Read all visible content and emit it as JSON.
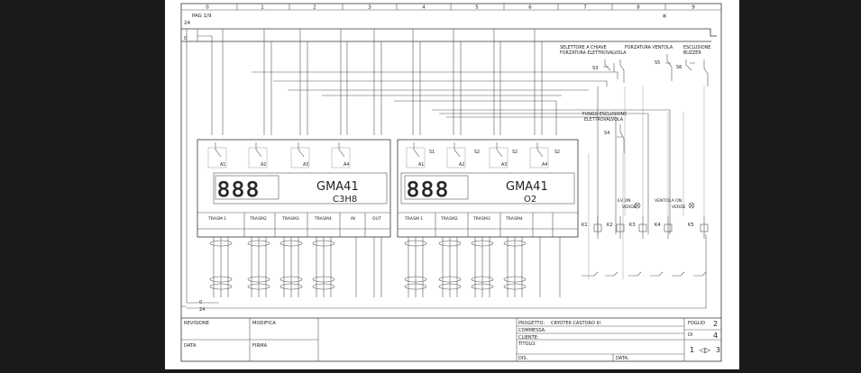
{
  "sheet": {
    "page_label": "PAG 1/9",
    "column_numbers": [
      "0",
      "1",
      "2",
      "3",
      "4",
      "5",
      "6",
      "7",
      "8",
      "9"
    ],
    "rail_top_label": "24",
    "rail_zero_label": "0",
    "rail_bottom_zero": "0",
    "rail_bottom_24": "24"
  },
  "switches": {
    "s3_label": "S3",
    "s3_caption_line1": "SELETTORE A CHIAVE",
    "s3_caption_line2": "FORZATURA ELETTROVALVOLA",
    "s5_label": "S5",
    "s5_caption": "FORZATURA VENTOLA",
    "s6_label": "S6",
    "s6_caption_line1": "ESCLUSIONE",
    "s6_caption_line2": "BUZZER",
    "s4_label": "S4",
    "s4_caption_line1": "FUNGO ESCLUSIONE",
    "s4_caption_line2": "ELETTROVALVOLA"
  },
  "module1": {
    "display": "888",
    "name": "GMA41",
    "gas": "C3H8",
    "relays": [
      "A1",
      "A2",
      "A3",
      "A4"
    ],
    "terminals": [
      "TRASM 1",
      "TRASM2",
      "TRASM3",
      "TRASM4",
      "IN",
      "OUT"
    ]
  },
  "module2": {
    "display": "888",
    "name": "GMA41",
    "gas": "O2",
    "relays": [
      "A1",
      "A2",
      "A3",
      "A4"
    ],
    "s_labels": [
      "S1",
      "S2",
      "S2",
      "S2"
    ],
    "terminals": [
      "TRASM 1",
      "TRASM2",
      "TRASM3",
      "TRASM4"
    ]
  },
  "coils": {
    "k1": "K1",
    "k2": "K2",
    "k3": "K3",
    "k4": "K4",
    "k5": "K5",
    "ev_label_line1": "EV ON",
    "ev_label_line2": "VERDE",
    "vent_label_line1": "VENTOLA ON",
    "vent_label_line2": "VERDE"
  },
  "title_block": {
    "revisione": "REVISIONE",
    "modifica": "MODIFICA",
    "data": "DATA",
    "firma": "FIRMA",
    "progetto_label": "PROGETTO:",
    "progetto_value": "CRYOTEK CASTORO III",
    "commessa_label": "COMMESSA:",
    "cliente_label": "CLIENTE:",
    "titolo_label": "TITOLO:",
    "dis_label": "DIS.",
    "data_label": "DATA:",
    "foglio_label": "FOGLIO",
    "foglio_value": "2",
    "di_label": "DI",
    "di_value": "4",
    "nav_current": "1",
    "nav_total": "3"
  }
}
